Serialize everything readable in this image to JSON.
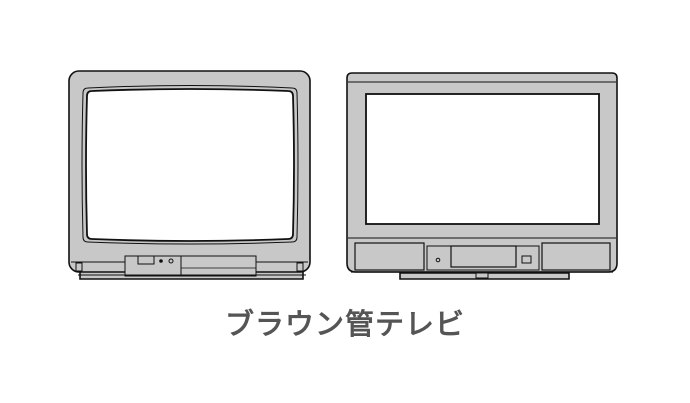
{
  "caption": "ブラウン管テレビ",
  "colors": {
    "background": "#ffffff",
    "cabinet": "#c8c8c8",
    "outline": "#111111",
    "screen": "#ffffff",
    "caption_text": "#555555"
  },
  "illustrations": [
    {
      "name": "standard-crt-tv",
      "aspect": "4:3",
      "features": [
        "curved screen",
        "front control panel",
        "two buttons",
        "speaker grille",
        "base"
      ]
    },
    {
      "name": "widescreen-crt-tv",
      "aspect": "16:9",
      "features": [
        "flat screen",
        "dual side speakers",
        "center control panel",
        "base stand"
      ]
    }
  ]
}
